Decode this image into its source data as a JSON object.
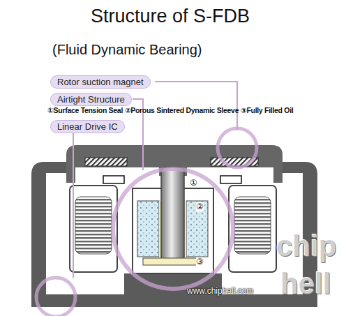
{
  "diagram": {
    "title": "Structure of S-FDB",
    "nodes": [
      {
        "text": [
          "Rotor suction magnet"
        ]
      },
      {
        "text": [
          "Airtight Structure"
        ]
      },
      {
        "text": [
          "Linear Drive IC"
        ]
      }
    ],
    "labels": [
      "(Fluid Dynamic Bearing)",
      "①Surface Tension Seal ②Porous Sintered Dynamic Sleeve ③Fully Filled Oil",
      "①",
      "②",
      "③",
      "www.chiphell.com",
      "chip",
      "hell"
    ]
  }
}
